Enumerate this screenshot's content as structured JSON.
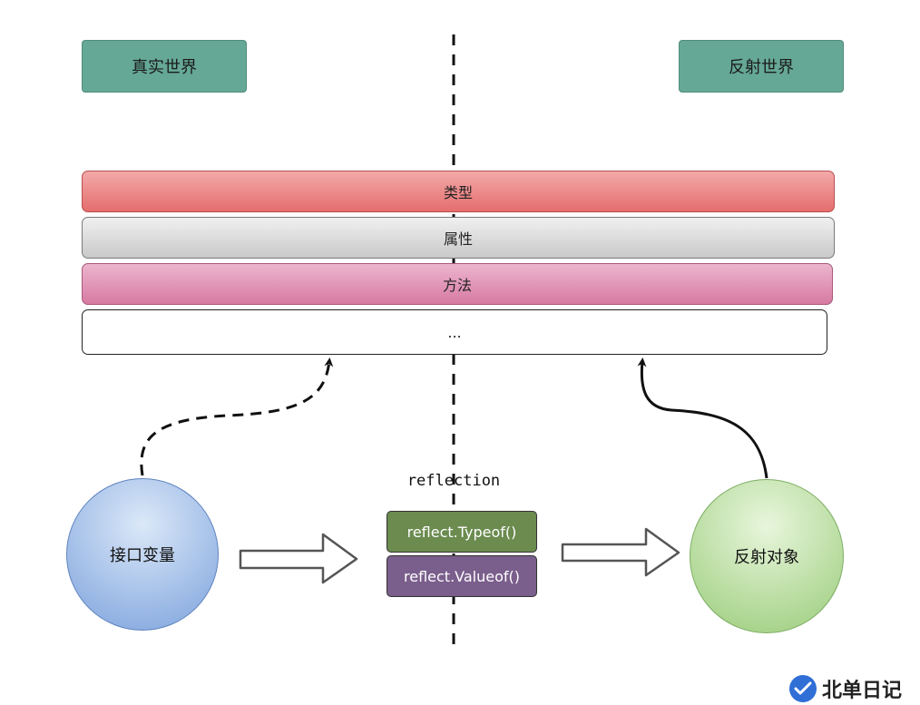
{
  "worlds": {
    "real": "真实世界",
    "reflect": "反射世界"
  },
  "layers": {
    "type": "类型",
    "attribute": "属性",
    "method": "方法",
    "more": "..."
  },
  "nodes": {
    "interface_var": "接口变量",
    "reflect_object": "反射对象"
  },
  "reflection": {
    "caption": "reflection",
    "typeof_label": "reflect.Typeof()",
    "valueof_label": "reflect.Valueof()"
  },
  "watermark": {
    "text": "北单日记"
  },
  "colors": {
    "world_tag": "#65a895",
    "type_layer": "#e56e6e",
    "attr_layer": "#c9c9c9",
    "method_layer": "#d77aa2",
    "interface_node": "#8fb0e2",
    "reflect_node": "#a9d48d",
    "typeof_box": "#6b8b4f",
    "valueof_box": "#7a5e8c"
  }
}
